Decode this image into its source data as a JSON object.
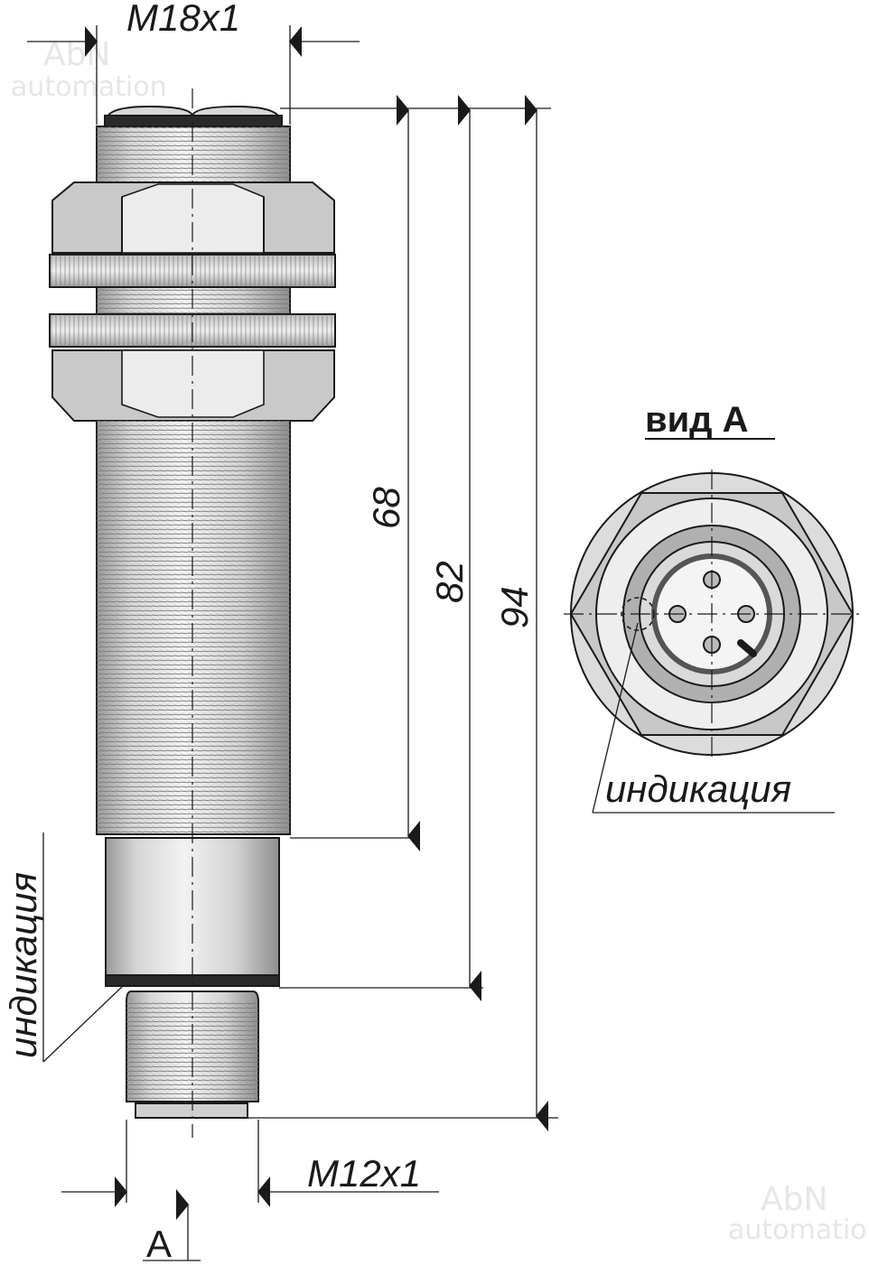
{
  "labels": {
    "thread_top": "M18x1",
    "thread_bottom": "M12x1",
    "dim_68": "68",
    "dim_82": "82",
    "dim_94": "94",
    "view_title": "вид А",
    "view_marker": "A",
    "indication_side": "индикация",
    "indication_view": "индикация"
  },
  "watermark": {
    "brand": "AbN",
    "sub": "automation"
  },
  "colors": {
    "line": "#1a1a1a",
    "metal_light": "#e4e4e4",
    "metal_mid": "#c8c8c8",
    "metal_dark": "#a8a8a8",
    "watermark": "#e6e6e6"
  }
}
